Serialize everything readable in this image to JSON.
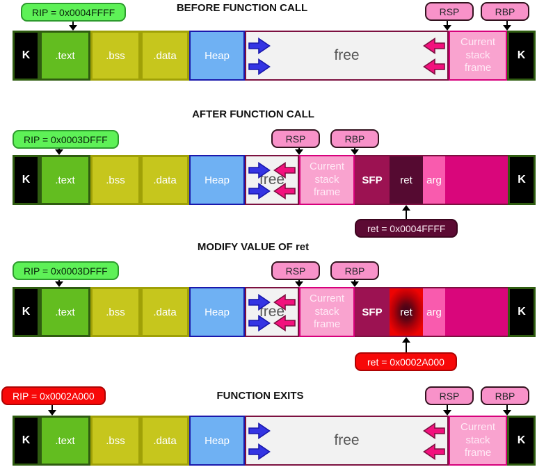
{
  "pointer_labels": {
    "rsp": "RSP",
    "rbp": "RBP"
  },
  "segments": {
    "kernel": "K",
    "text": ".text",
    "bss": ".bss",
    "data": ".data",
    "heap": "Heap",
    "free": "free",
    "stack": "Current stack frame",
    "sfp": "SFP",
    "ret": "ret",
    "arg": "arg"
  },
  "sections": [
    {
      "title": "BEFORE FUNCTION CALL",
      "rip": {
        "text": "RIP = 0x0004FFFF",
        "variant": "green"
      },
      "ret_note": null,
      "ret_highlight": false
    },
    {
      "title": "AFTER FUNCTION CALL",
      "rip": {
        "text": "RIP = 0x0003DFFF",
        "variant": "green"
      },
      "ret_note": {
        "text": "ret = 0x0004FFFF",
        "variant": "maroon"
      },
      "ret_highlight": false
    },
    {
      "title": "MODIFY VALUE OF ret",
      "rip": {
        "text": "RIP = 0x0003DFFF",
        "variant": "green"
      },
      "ret_note": {
        "text": "ret = 0x0002A000",
        "variant": "red"
      },
      "ret_highlight": true
    },
    {
      "title": "FUNCTION EXITS",
      "rip": {
        "text": "RIP = 0x0002A000",
        "variant": "red"
      },
      "ret_note": null,
      "ret_highlight": false
    }
  ],
  "colors": {
    "label_green": "#5ef157",
    "label_red": "#f70808",
    "label_pink": "#f892c9",
    "note_maroon": "#5c0a33",
    "text_green": "#63bd20",
    "olive": "#c6c61d",
    "heap_blue": "#6fb1f3",
    "free_gray": "#f2f2f2",
    "stack_pink": "#f9a3cf",
    "sfp_magenta": "#9c1252",
    "ret_dark": "#550a31",
    "arg_pink": "#f95bae",
    "fill_magenta": "#d9067b",
    "kernel_black": "#000000",
    "arrow_blue": "#3434e3",
    "arrow_pink": "#f2117d",
    "border_darkgreen": "#2f5c10",
    "border_olive": "#9fa007",
    "border_navy": "#1a18ac",
    "border_maroon": "#7c1040",
    "border_stack": "#d6007b"
  }
}
